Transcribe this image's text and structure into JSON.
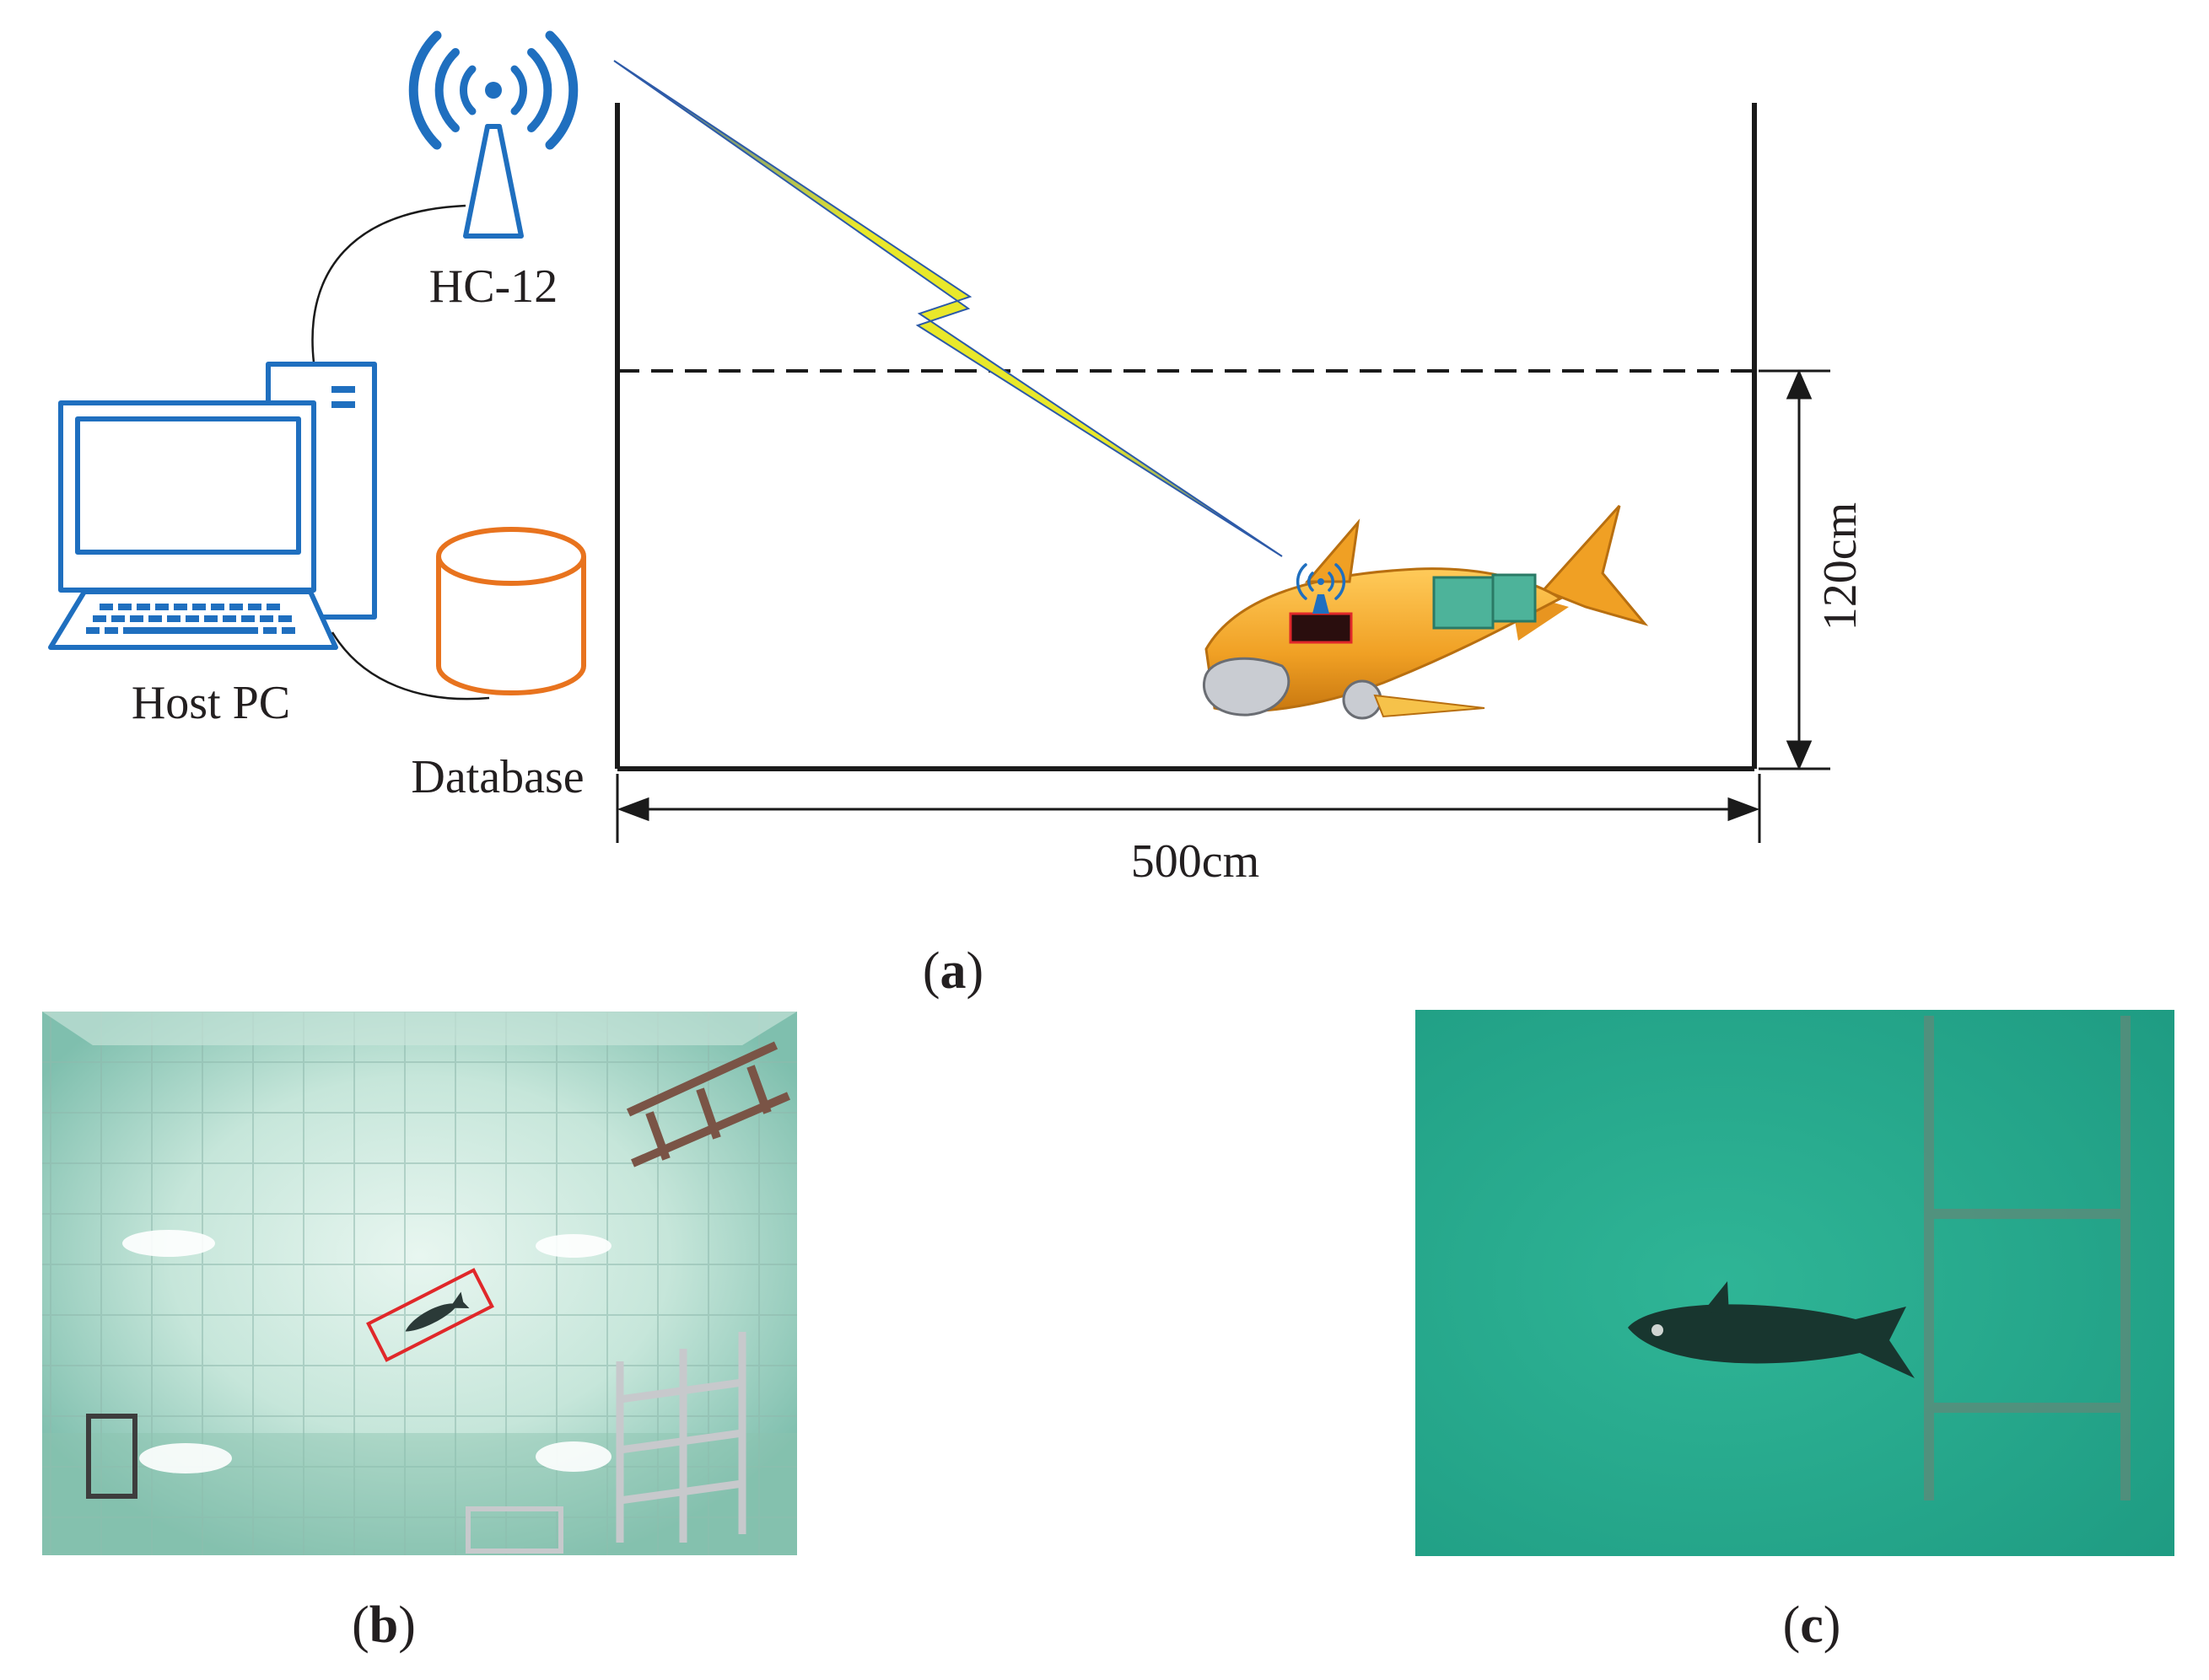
{
  "figure": {
    "panel_a": {
      "antenna_label": "HC-12",
      "host_label": "Host PC",
      "database_label": "Database",
      "width_label": "500cm",
      "depth_label": "120cm",
      "caption_open": "(",
      "caption_letter": "a",
      "caption_close": ")"
    },
    "panel_b": {
      "caption_open": "(",
      "caption_letter": "b",
      "caption_close": ")"
    },
    "panel_c": {
      "caption_open": "(",
      "caption_letter": "c",
      "caption_close": ")"
    }
  },
  "icons": {
    "antenna": "wifi-tower-icon",
    "computer": "desktop-computer-icon",
    "database": "database-cylinder-icon",
    "wireless_link": "lightning-bolt-icon",
    "robot_fish": "robotic-fish-illustration"
  },
  "colors": {
    "icon_blue": "#1f6fbf",
    "database_orange": "#e8731e",
    "lightning_yellow": "#f4ee2a",
    "fish_orange": "#f3a327",
    "bbox_red": "#e0282a",
    "pool_b_water": "#a8d4c4",
    "pool_c_water": "#2aa88e"
  }
}
